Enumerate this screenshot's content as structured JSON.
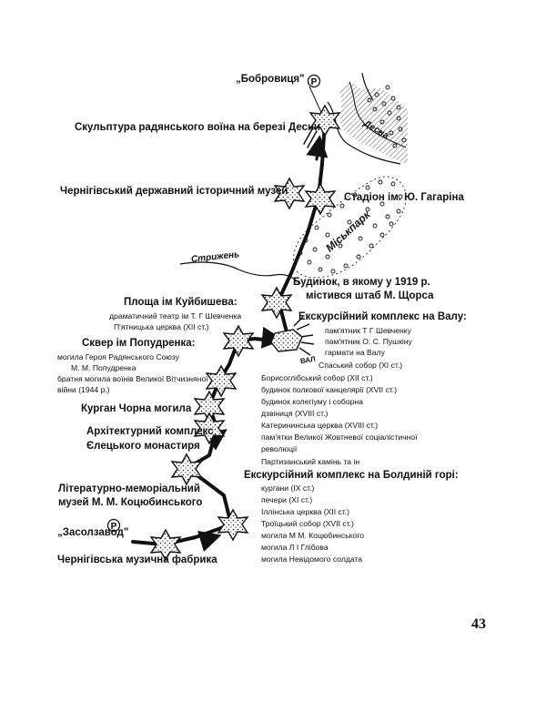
{
  "page_number": "43",
  "stops": {
    "bobrovytsia": "„Бобровиця\"",
    "zasozavod": "„Засолзавод\"",
    "parking_symbol": "Р"
  },
  "water": {
    "desna": "Десна",
    "stryzhen": "Стрижень"
  },
  "park": "Міськпарк",
  "wall": "ВАЛ",
  "labels": {
    "sculpture": "Скульптура радянського воїна на березі Десни",
    "history_museum": "Чернігівський державний історичний музей",
    "stadium": "Стадіон ім. Ю. Гагаріна",
    "shchors_house_1": "Будинок, в якому у 1919 р.",
    "shchors_house_2": "містився штаб М. Щорса",
    "kuibyshev_square": "Площа ім Куйбишева:",
    "popudrenko_square": "Сквер ім Попудренка:",
    "chorna_mohyla": "Курган Чорна могила",
    "yelets_1": "Архітектурний комплекс",
    "yelets_2": "Єлецького монастиря",
    "kotsiubynsky_1": "Літературно-меморіальний",
    "kotsiubynsky_2": "музей М. М. Коцюбинського",
    "music_factory": "Чернігівська музична фабрика",
    "val_complex": "Екскурсійний комплекс на Валу:",
    "boldina_complex": "Екскурсійний комплекс на Болдиній горі:"
  },
  "kuibyshev_items": [
    "драматичний театр ім Т. Г Шевченка",
    "П'ятницька церква (XII ст.)"
  ],
  "popudrenko_items": [
    "могила Героя Радянського Союзу",
    "М. М. Попудренка",
    "братня могила воїнів Великої Вітчизняної",
    "війни (1944 р.)"
  ],
  "val_items": [
    "пам'ятник Т Г Шевченку",
    "пам'ятник О. С. Пушкіну",
    "гармати на Валу",
    "Спаський собор (XI ст.)",
    "Борисоглібський собор (XII ст.)",
    "будинок полкової канцелярії (XVII ст.)",
    "будинок колегіуму і соборна",
    "дзвіниця (XVIII ст.)",
    "Катерининська церква (XVIII ст.)",
    "пам'ятки Великої Жовтневої соціалістичної",
    "революції",
    "Партизанський камінь та ін"
  ],
  "boldina_items": [
    "кургани (IX ст.)",
    "печери (XI ст.)",
    "Іллінська церква (XII ст.)",
    "Троїцький собор (XVII ст.)",
    "могила М М. Коцюбинського",
    "могила Л І Глібова",
    "могила Невідомого солдата"
  ]
}
